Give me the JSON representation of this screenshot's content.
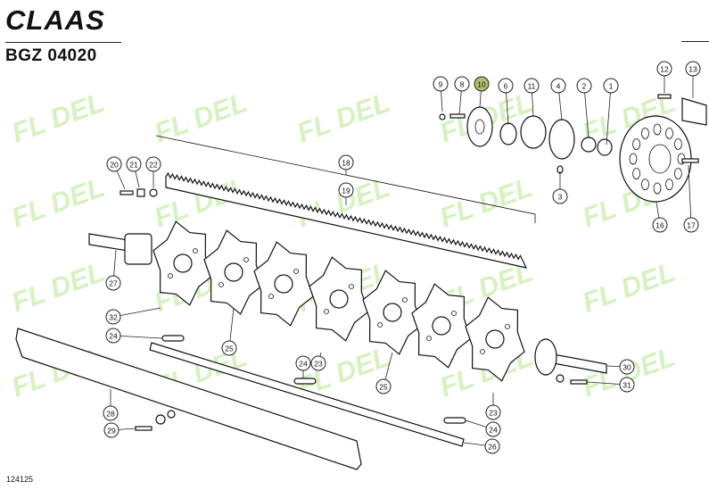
{
  "brand": {
    "logo_text": "CLAAS"
  },
  "sheet": {
    "group_code": "BGZ 04020",
    "figure_number": "124125"
  },
  "watermark": {
    "text": "FL DEL",
    "color": "#d6f2c0"
  },
  "highlight_color": "#b9bd6b",
  "callouts": [
    {
      "id": "1",
      "label": "1"
    },
    {
      "id": "2",
      "label": "2"
    },
    {
      "id": "3",
      "label": "3"
    },
    {
      "id": "4",
      "label": "4"
    },
    {
      "id": "6",
      "label": "6"
    },
    {
      "id": "8",
      "label": "8"
    },
    {
      "id": "9",
      "label": "9"
    },
    {
      "id": "10",
      "label": "10",
      "highlighted": true
    },
    {
      "id": "11",
      "label": "11"
    },
    {
      "id": "12",
      "label": "12"
    },
    {
      "id": "13",
      "label": "13"
    },
    {
      "id": "16",
      "label": "16"
    },
    {
      "id": "17",
      "label": "17"
    },
    {
      "id": "18",
      "label": "18"
    },
    {
      "id": "19",
      "label": "19"
    },
    {
      "id": "20",
      "label": "20"
    },
    {
      "id": "21",
      "label": "21"
    },
    {
      "id": "22",
      "label": "22"
    },
    {
      "id": "23a",
      "label": "23"
    },
    {
      "id": "23b",
      "label": "23"
    },
    {
      "id": "24a",
      "label": "24"
    },
    {
      "id": "24b",
      "label": "24"
    },
    {
      "id": "24c",
      "label": "24"
    },
    {
      "id": "25a",
      "label": "25"
    },
    {
      "id": "25b",
      "label": "25"
    },
    {
      "id": "26",
      "label": "26"
    },
    {
      "id": "27",
      "label": "27"
    },
    {
      "id": "28",
      "label": "28"
    },
    {
      "id": "29",
      "label": "29"
    },
    {
      "id": "30",
      "label": "30"
    },
    {
      "id": "31",
      "label": "31"
    },
    {
      "id": "32",
      "label": "32"
    }
  ]
}
